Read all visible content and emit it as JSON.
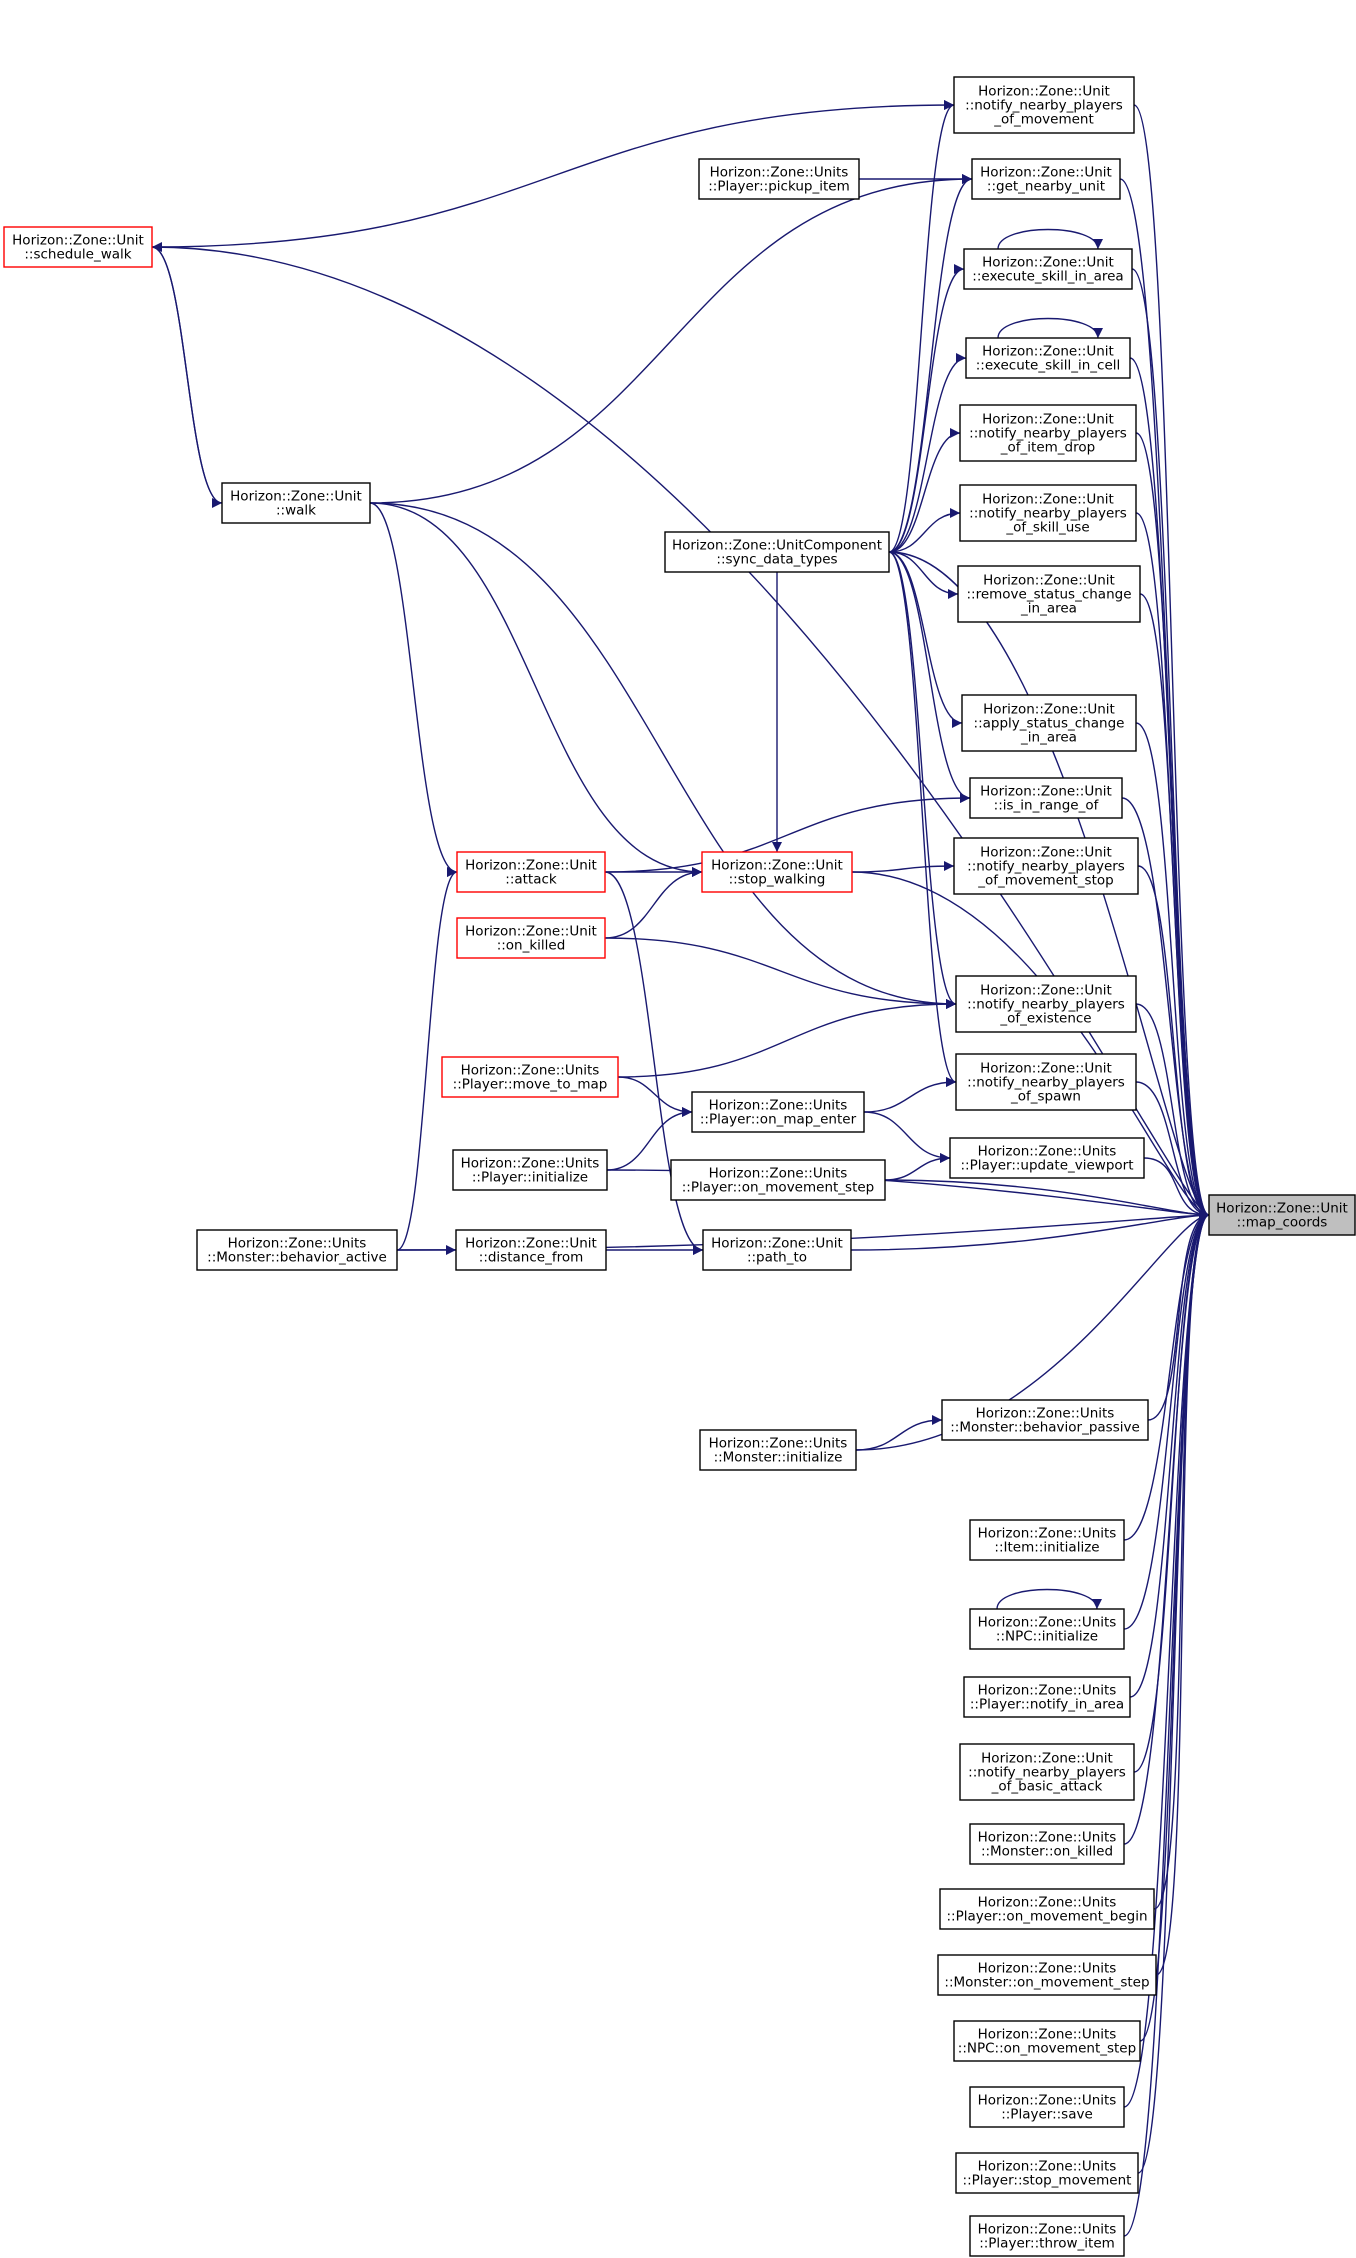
{
  "diagram": {
    "title": "",
    "target": "map_coords",
    "edge_color": "#191970",
    "highlight_border_color": "#ff0000",
    "target_fill_color": "#bfbfbf",
    "nodes": [
      {
        "id": "map_coords",
        "lines": [
          "Horizon::Zone::Unit",
          "::map_coords"
        ],
        "style": "target"
      },
      {
        "id": "notify_movement",
        "lines": [
          "Horizon::Zone::Unit",
          "::notify_nearby_players",
          "_of_movement"
        ],
        "style": "normal"
      },
      {
        "id": "get_nearby_unit",
        "lines": [
          "Horizon::Zone::Unit",
          "::get_nearby_unit"
        ],
        "style": "normal"
      },
      {
        "id": "pickup_item",
        "lines": [
          "Horizon::Zone::Units",
          "::Player::pickup_item"
        ],
        "style": "normal"
      },
      {
        "id": "exec_area",
        "lines": [
          "Horizon::Zone::Unit",
          "::execute_skill_in_area"
        ],
        "style": "normal"
      },
      {
        "id": "exec_cell",
        "lines": [
          "Horizon::Zone::Unit",
          "::execute_skill_in_cell"
        ],
        "style": "normal"
      },
      {
        "id": "item_drop",
        "lines": [
          "Horizon::Zone::Unit",
          "::notify_nearby_players",
          "_of_item_drop"
        ],
        "style": "normal"
      },
      {
        "id": "skill_use",
        "lines": [
          "Horizon::Zone::Unit",
          "::notify_nearby_players",
          "_of_skill_use"
        ],
        "style": "normal"
      },
      {
        "id": "remove_status",
        "lines": [
          "Horizon::Zone::Unit",
          "::remove_status_change",
          "_in_area"
        ],
        "style": "normal"
      },
      {
        "id": "apply_status",
        "lines": [
          "Horizon::Zone::Unit",
          "::apply_status_change",
          "_in_area"
        ],
        "style": "normal"
      },
      {
        "id": "is_in_range",
        "lines": [
          "Horizon::Zone::Unit",
          "::is_in_range_of"
        ],
        "style": "normal"
      },
      {
        "id": "movement_stop",
        "lines": [
          "Horizon::Zone::Unit",
          "::notify_nearby_players",
          "_of_movement_stop"
        ],
        "style": "normal"
      },
      {
        "id": "existence",
        "lines": [
          "Horizon::Zone::Unit",
          "::notify_nearby_players",
          "_of_existence"
        ],
        "style": "normal"
      },
      {
        "id": "spawn",
        "lines": [
          "Horizon::Zone::Unit",
          "::notify_nearby_players",
          "_of_spawn"
        ],
        "style": "normal"
      },
      {
        "id": "update_viewport",
        "lines": [
          "Horizon::Zone::Units",
          "::Player::update_viewport"
        ],
        "style": "normal"
      },
      {
        "id": "schedule_walk",
        "lines": [
          "Horizon::Zone::Unit",
          "::schedule_walk"
        ],
        "style": "red"
      },
      {
        "id": "walk",
        "lines": [
          "Horizon::Zone::Unit",
          "::walk"
        ],
        "style": "normal"
      },
      {
        "id": "sync_data",
        "lines": [
          "Horizon::Zone::UnitComponent",
          "::sync_data_types"
        ],
        "style": "normal"
      },
      {
        "id": "attack",
        "lines": [
          "Horizon::Zone::Unit",
          "::attack"
        ],
        "style": "red"
      },
      {
        "id": "stop_walking",
        "lines": [
          "Horizon::Zone::Unit",
          "::stop_walking"
        ],
        "style": "red"
      },
      {
        "id": "on_killed",
        "lines": [
          "Horizon::Zone::Unit",
          "::on_killed"
        ],
        "style": "red"
      },
      {
        "id": "move_to_map",
        "lines": [
          "Horizon::Zone::Units",
          "::Player::move_to_map"
        ],
        "style": "red"
      },
      {
        "id": "on_map_enter",
        "lines": [
          "Horizon::Zone::Units",
          "::Player::on_map_enter"
        ],
        "style": "normal"
      },
      {
        "id": "player_init",
        "lines": [
          "Horizon::Zone::Units",
          "::Player::initialize"
        ],
        "style": "normal"
      },
      {
        "id": "player_move_step",
        "lines": [
          "Horizon::Zone::Units",
          "::Player::on_movement_step"
        ],
        "style": "normal"
      },
      {
        "id": "behavior_active",
        "lines": [
          "Horizon::Zone::Units",
          "::Monster::behavior_active"
        ],
        "style": "normal"
      },
      {
        "id": "distance_from",
        "lines": [
          "Horizon::Zone::Unit",
          "::distance_from"
        ],
        "style": "normal"
      },
      {
        "id": "path_to",
        "lines": [
          "Horizon::Zone::Unit",
          "::path_to"
        ],
        "style": "normal"
      },
      {
        "id": "behavior_passive",
        "lines": [
          "Horizon::Zone::Units",
          "::Monster::behavior_passive"
        ],
        "style": "normal"
      },
      {
        "id": "monster_init",
        "lines": [
          "Horizon::Zone::Units",
          "::Monster::initialize"
        ],
        "style": "normal"
      },
      {
        "id": "item_init",
        "lines": [
          "Horizon::Zone::Units",
          "::Item::initialize"
        ],
        "style": "normal"
      },
      {
        "id": "npc_init",
        "lines": [
          "Horizon::Zone::Units",
          "::NPC::initialize"
        ],
        "style": "normal"
      },
      {
        "id": "notify_in_area",
        "lines": [
          "Horizon::Zone::Units",
          "::Player::notify_in_area"
        ],
        "style": "normal"
      },
      {
        "id": "basic_attack",
        "lines": [
          "Horizon::Zone::Unit",
          "::notify_nearby_players",
          "_of_basic_attack"
        ],
        "style": "normal"
      },
      {
        "id": "monster_killed",
        "lines": [
          "Horizon::Zone::Units",
          "::Monster::on_killed"
        ],
        "style": "normal"
      },
      {
        "id": "move_begin",
        "lines": [
          "Horizon::Zone::Units",
          "::Player::on_movement_begin"
        ],
        "style": "normal"
      },
      {
        "id": "monster_move_step",
        "lines": [
          "Horizon::Zone::Units",
          "::Monster::on_movement_step"
        ],
        "style": "normal"
      },
      {
        "id": "npc_move_step",
        "lines": [
          "Horizon::Zone::Units",
          "::NPC::on_movement_step"
        ],
        "style": "normal"
      },
      {
        "id": "player_save",
        "lines": [
          "Horizon::Zone::Units",
          "::Player::save"
        ],
        "style": "normal"
      },
      {
        "id": "stop_movement",
        "lines": [
          "Horizon::Zone::Units",
          "::Player::stop_movement"
        ],
        "style": "normal"
      },
      {
        "id": "throw_item",
        "lines": [
          "Horizon::Zone::Units",
          "::Player::throw_item"
        ],
        "style": "normal"
      }
    ],
    "edges": [
      {
        "from": "notify_movement",
        "to": "map_coords"
      },
      {
        "from": "get_nearby_unit",
        "to": "map_coords"
      },
      {
        "from": "exec_area",
        "to": "map_coords"
      },
      {
        "from": "exec_cell",
        "to": "map_coords"
      },
      {
        "from": "item_drop",
        "to": "map_coords"
      },
      {
        "from": "skill_use",
        "to": "map_coords"
      },
      {
        "from": "remove_status",
        "to": "map_coords"
      },
      {
        "from": "apply_status",
        "to": "map_coords"
      },
      {
        "from": "is_in_range",
        "to": "map_coords"
      },
      {
        "from": "movement_stop",
        "to": "map_coords"
      },
      {
        "from": "existence",
        "to": "map_coords"
      },
      {
        "from": "spawn",
        "to": "map_coords"
      },
      {
        "from": "update_viewport",
        "to": "map_coords"
      },
      {
        "from": "player_move_step",
        "to": "map_coords"
      },
      {
        "from": "path_to",
        "to": "map_coords"
      },
      {
        "from": "behavior_passive",
        "to": "map_coords"
      },
      {
        "from": "item_init",
        "to": "map_coords"
      },
      {
        "from": "npc_init",
        "to": "map_coords"
      },
      {
        "from": "notify_in_area",
        "to": "map_coords"
      },
      {
        "from": "basic_attack",
        "to": "map_coords"
      },
      {
        "from": "monster_killed",
        "to": "map_coords"
      },
      {
        "from": "move_begin",
        "to": "map_coords"
      },
      {
        "from": "monster_move_step",
        "to": "map_coords"
      },
      {
        "from": "npc_move_step",
        "to": "map_coords"
      },
      {
        "from": "player_save",
        "to": "map_coords"
      },
      {
        "from": "stop_movement",
        "to": "map_coords"
      },
      {
        "from": "throw_item",
        "to": "map_coords"
      },
      {
        "from": "schedule_walk",
        "to": "map_coords"
      },
      {
        "from": "sync_data",
        "to": "map_coords"
      },
      {
        "from": "stop_walking",
        "to": "map_coords"
      },
      {
        "from": "player_init",
        "to": "map_coords"
      },
      {
        "from": "behavior_active",
        "to": "map_coords"
      },
      {
        "from": "monster_init",
        "to": "map_coords"
      },
      {
        "from": "schedule_walk",
        "to": "notify_movement"
      },
      {
        "from": "sync_data",
        "to": "notify_movement"
      },
      {
        "from": "pickup_item",
        "to": "get_nearby_unit"
      },
      {
        "from": "walk",
        "to": "get_nearby_unit"
      },
      {
        "from": "sync_data",
        "to": "get_nearby_unit"
      },
      {
        "from": "sync_data",
        "to": "exec_area"
      },
      {
        "from": "exec_area",
        "to": "exec_area"
      },
      {
        "from": "sync_data",
        "to": "exec_cell"
      },
      {
        "from": "exec_cell",
        "to": "exec_cell"
      },
      {
        "from": "sync_data",
        "to": "item_drop"
      },
      {
        "from": "sync_data",
        "to": "skill_use"
      },
      {
        "from": "sync_data",
        "to": "remove_status"
      },
      {
        "from": "sync_data",
        "to": "apply_status"
      },
      {
        "from": "sync_data",
        "to": "is_in_range"
      },
      {
        "from": "attack",
        "to": "is_in_range"
      },
      {
        "from": "stop_walking",
        "to": "movement_stop"
      },
      {
        "from": "sync_data",
        "to": "existence"
      },
      {
        "from": "on_killed",
        "to": "existence"
      },
      {
        "from": "move_to_map",
        "to": "existence"
      },
      {
        "from": "walk",
        "to": "existence"
      },
      {
        "from": "sync_data",
        "to": "spawn"
      },
      {
        "from": "on_map_enter",
        "to": "spawn"
      },
      {
        "from": "on_map_enter",
        "to": "update_viewport"
      },
      {
        "from": "player_move_step",
        "to": "update_viewport"
      },
      {
        "from": "schedule_walk",
        "to": "walk"
      },
      {
        "from": "walk",
        "to": "schedule_walk"
      },
      {
        "from": "walk",
        "to": "stop_walking"
      },
      {
        "from": "walk",
        "to": "attack"
      },
      {
        "from": "attack",
        "to": "stop_walking"
      },
      {
        "from": "on_killed",
        "to": "stop_walking"
      },
      {
        "from": "sync_data",
        "to": "stop_walking"
      },
      {
        "from": "behavior_active",
        "to": "attack"
      },
      {
        "from": "attack",
        "to": "path_to"
      },
      {
        "from": "player_init",
        "to": "on_map_enter"
      },
      {
        "from": "move_to_map",
        "to": "on_map_enter"
      },
      {
        "from": "behavior_active",
        "to": "distance_from"
      },
      {
        "from": "distance_from",
        "to": "path_to"
      },
      {
        "from": "monster_init",
        "to": "behavior_passive"
      },
      {
        "from": "npc_init",
        "to": "npc_init"
      }
    ]
  }
}
